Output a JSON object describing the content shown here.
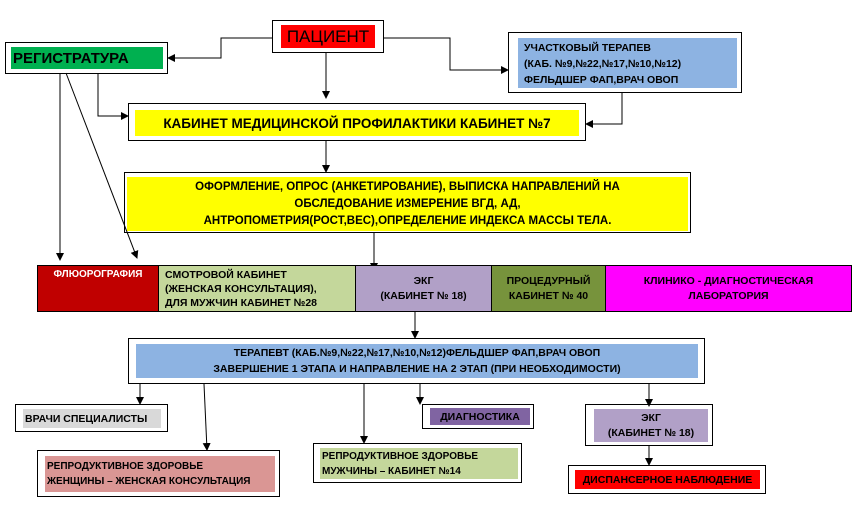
{
  "nodes": {
    "patient": {
      "text": "ПАЦИЕНТ",
      "color": "#ff0000"
    },
    "registry": {
      "text": "РЕГИСТРАТУРА",
      "color": "#00b050"
    },
    "therapist_top": {
      "text": "УЧАСТКОВЫЙ ТЕРАПЕВ\n(КАБ.  №9,№22,№17,№10,№12)\nФЕЛЬДШЕР ФАП,ВРАЧ ОВОП",
      "color": "#8db3e2"
    },
    "prophylaxis": {
      "text": "КАБИНЕТ МЕДИЦИНСКОЙ ПРОФИЛАКТИКИ КАБИНЕТ №7",
      "color": "#ffff00"
    },
    "registration": {
      "text": "ОФОРМЛЕНИЕ, ОПРОС (АНКЕТИРОВАНИЕ), ВЫПИСКА НАПРАВЛЕНИЙ НА\nОБСЛЕДОВАНИЕ ИЗМЕРЕНИЕ ВГД, АД,\nАНТРОПОМЕТРИЯ(РОСТ,ВЕС),ОПРЕДЕЛЕНИЕ ИНДЕКСА МАССЫ ТЕЛА.",
      "color": "#ffff00"
    },
    "fluoro": {
      "text": "ФЛЮОРОГРАФИЯ",
      "color": "#c00000"
    },
    "exam_room": {
      "text": "СМОТРОВОЙ КАБИНЕТ\n(ЖЕНСКАЯ КОНСУЛЬТАЦИЯ),\nДЛЯ МУЖЧИН КАБИНЕТ №28",
      "color": "#c4d79b"
    },
    "ecg_1": {
      "text": "ЭКГ\n(КАБИНЕТ № 18)",
      "color": "#b1a0c7"
    },
    "procedure": {
      "text": "ПРОЦЕДУРНЫЙ\nКАБИНЕТ № 40",
      "color": "#77933c"
    },
    "lab": {
      "text": "КЛИНИКО - ДИАГНОСТИЧЕСКАЯ\nЛАБОРАТОРИЯ",
      "color": "#ff00ff"
    },
    "therapist_final": {
      "text": "ТЕРАПЕВТ     (КАБ.№9,№22,№17,№10,№12)ФЕЛЬДШЕР ФАП,ВРАЧ ОВОП\nЗАВЕРШЕНИЕ 1 ЭТАПА И НАПРАВЛЕНИЕ НА 2 ЭТАП (ПРИ НЕОБХОДИМОСТИ)",
      "color": "#8db3e2"
    },
    "specialists": {
      "text": "ВРАЧИ СПЕЦИАЛИСТЫ",
      "color": "#d9d9d9"
    },
    "repro_women": {
      "text": "РЕПРОДУКТИВНОЕ ЗДОРОВЬЕ\nЖЕНЩИНЫ – ЖЕНСКАЯ КОНСУЛЬТАЦИЯ",
      "color": "#da9694"
    },
    "repro_men": {
      "text": "РЕПРОДУКТИВНОЕ ЗДОРОВЬЕ\nМУЖЧИНЫ – КАБИНЕТ №14",
      "color": "#c4d79b"
    },
    "diagnostics": {
      "text": "ДИАГНОСТИКА",
      "color": "#8064a2"
    },
    "ecg_2": {
      "text": "ЭКГ\n(КАБИНЕТ № 18)",
      "color": "#b1a0c7"
    },
    "dispensary": {
      "text": "ДИСПАНСЕРНОЕ НАБЛЮДЕНИЕ",
      "color": "#ff0000"
    }
  }
}
